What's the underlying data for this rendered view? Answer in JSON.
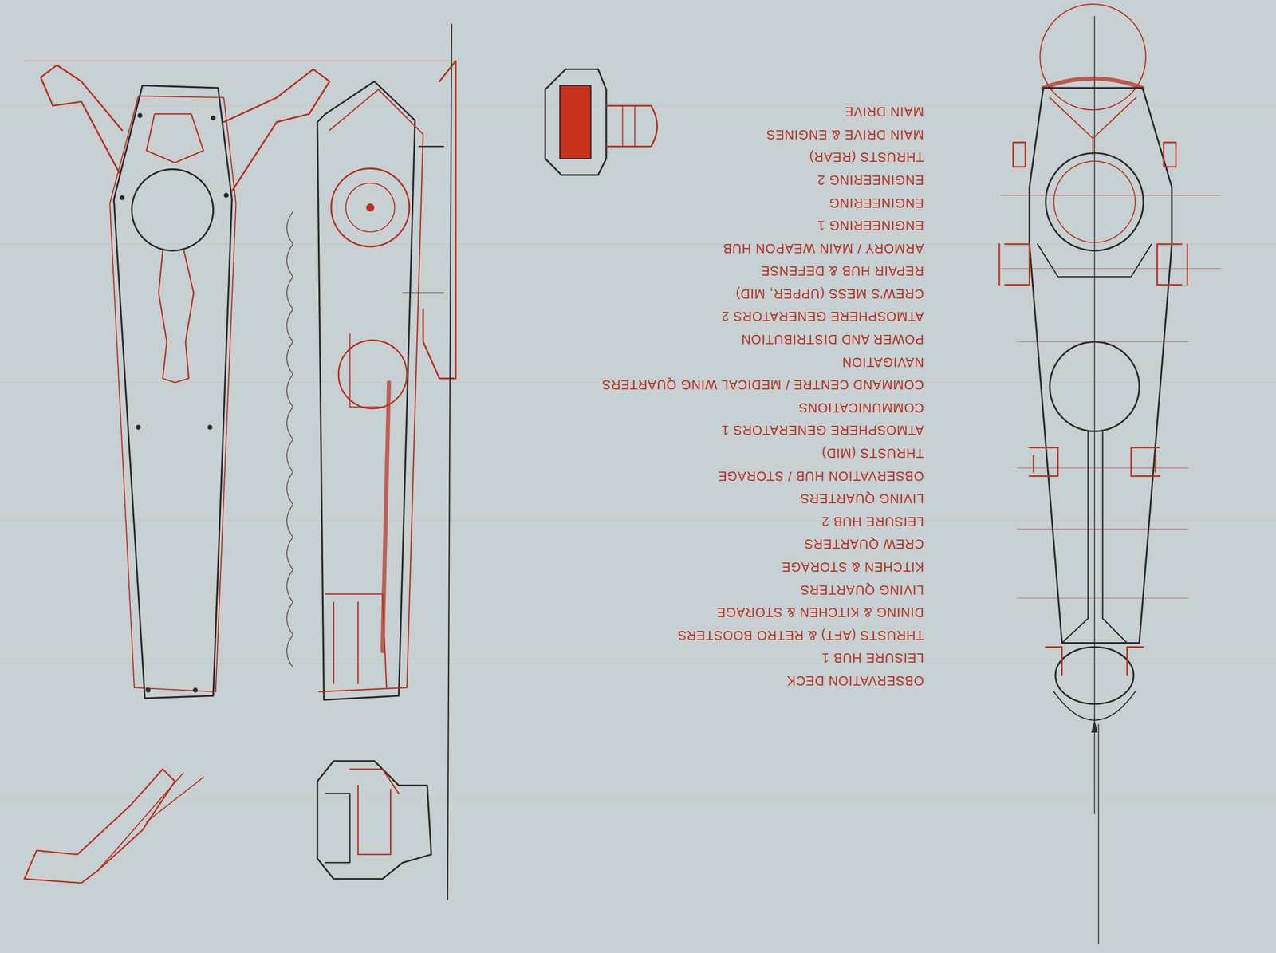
{
  "diagram": {
    "labels": [
      "OBSERVATION DECK",
      "LEISURE HUB 1",
      "THRUSTS (AFT) & RETRO BOOSTERS",
      "DINING & KITCHEN & STORAGE",
      "LIVING QUARTERS",
      "KITCHEN & STORAGE",
      "CREW QUARTERS",
      "LEISURE HUB 2",
      "LIVING QUARTERS",
      "OBSERVATION HUB / STORAGE",
      "THRUSTS (MID)",
      "ATMOSPHERE GENERATORS 1",
      "COMMUNICATIONS",
      "COMMAND CENTRE / MEDICAL WING QUARTERS",
      "NAVIGATION",
      "POWER AND DISTRIBUTION",
      "ATMOSPHERE GENERATORS 2",
      "CREW'S MESS (UPPER, MID)",
      "REPAIR HUB & DEFENSE",
      "ARMORY / MAIN WEAPON HUB",
      "ENGINEERING 1",
      "ENGINEERING",
      "ENGINEERING 2",
      "THRUSTS (REAR)",
      "MAIN DRIVE & ENGINES",
      "MAIN DRIVE"
    ]
  }
}
